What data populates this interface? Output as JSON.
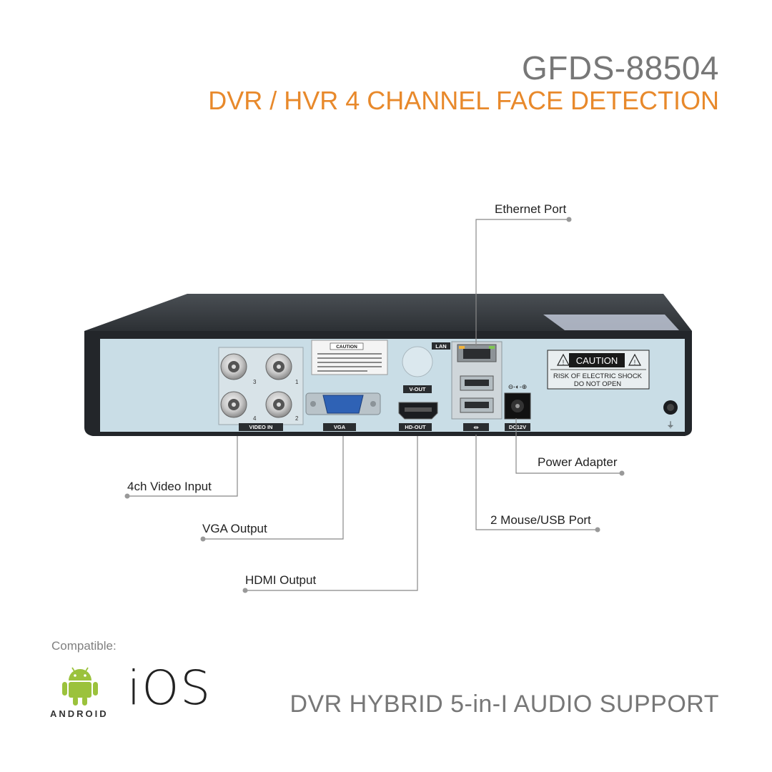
{
  "header": {
    "model": "GFDS-88504",
    "subtitle": "DVR / HVR 4 CHANNEL FACE DETECTION"
  },
  "callouts": {
    "ethernet": "Ethernet Port",
    "power": "Power Adapter",
    "video_input": "4ch Video Input",
    "usb": "2 Mouse/USB Port",
    "vga": "VGA Output",
    "hdmi": "HDMI Output"
  },
  "panel_labels": {
    "video_in": "VIDEO IN",
    "vga": "VGA",
    "hd_out": "HD-OUT",
    "v_out": "V-OUT",
    "lan": "LAN",
    "dc12v": "DC12V",
    "caution_title": "CAUTION",
    "caution_line1": "RISK OF ELECTRIC SHOCK",
    "caution_line2": "DO NOT OPEN",
    "bnc_3": "3",
    "bnc_1": "1",
    "bnc_4": "4",
    "bnc_2": "2",
    "small_caution": "CAUTION"
  },
  "footer": {
    "compatible": "Compatible:",
    "android": "ANDROID",
    "ios": "iOS",
    "tagline": "DVR HYBRID 5-in-I AUDIO SUPPORT"
  },
  "colors": {
    "accent_orange": "#e8892b",
    "title_gray": "#777777",
    "panel_blue": "#c9dde6",
    "chassis": "#2a2d30",
    "android_green": "#9bc23c"
  }
}
